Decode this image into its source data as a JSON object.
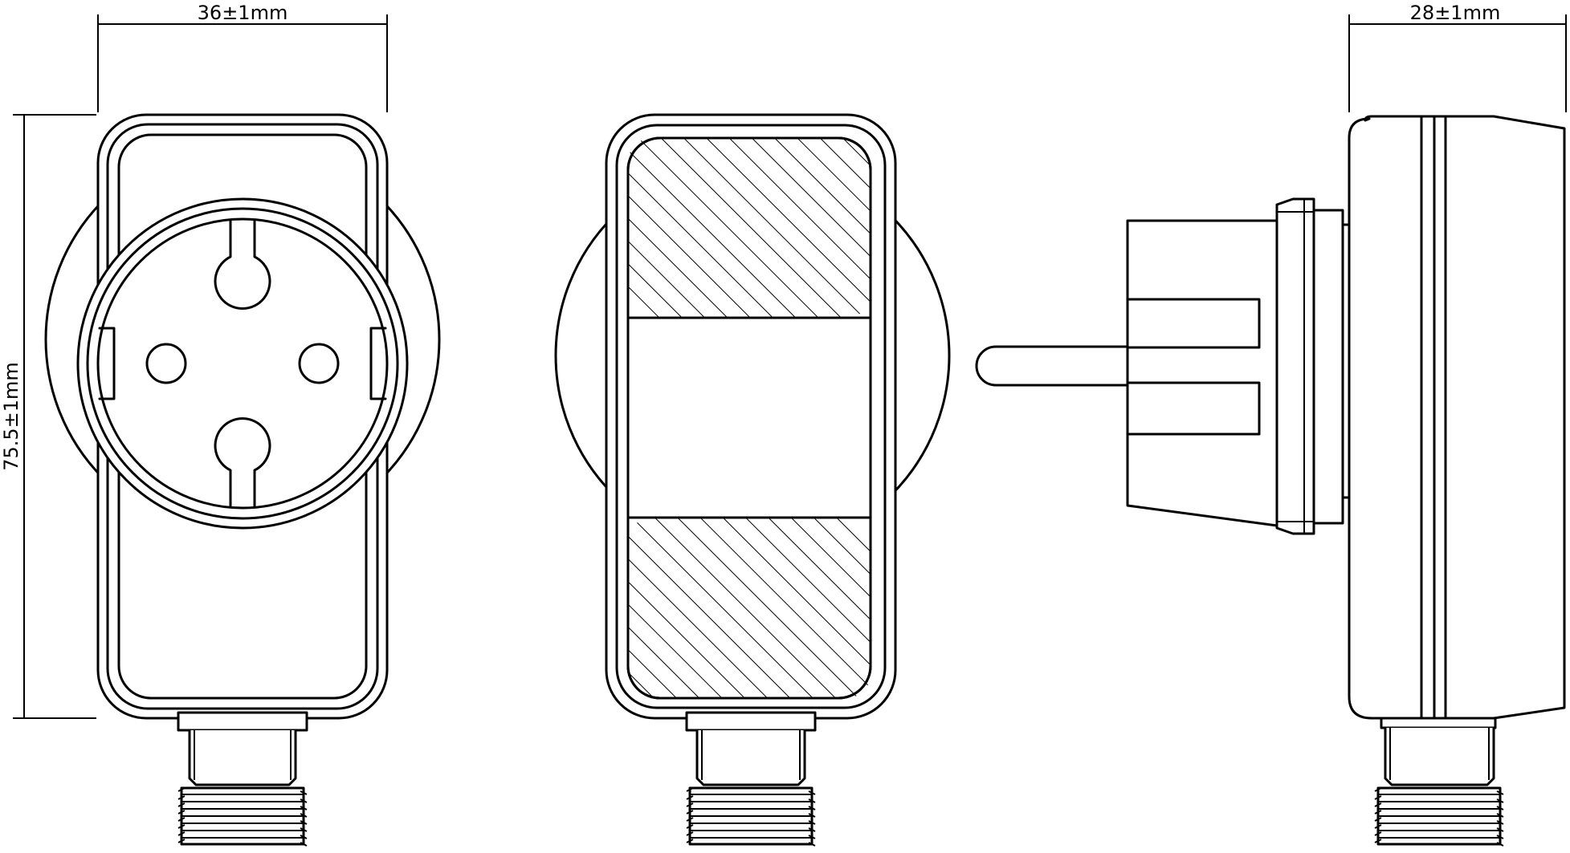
{
  "dimensions": {
    "width_label": "36±1mm",
    "height_label": "75.5±1mm",
    "depth_label": "28±1mm"
  }
}
